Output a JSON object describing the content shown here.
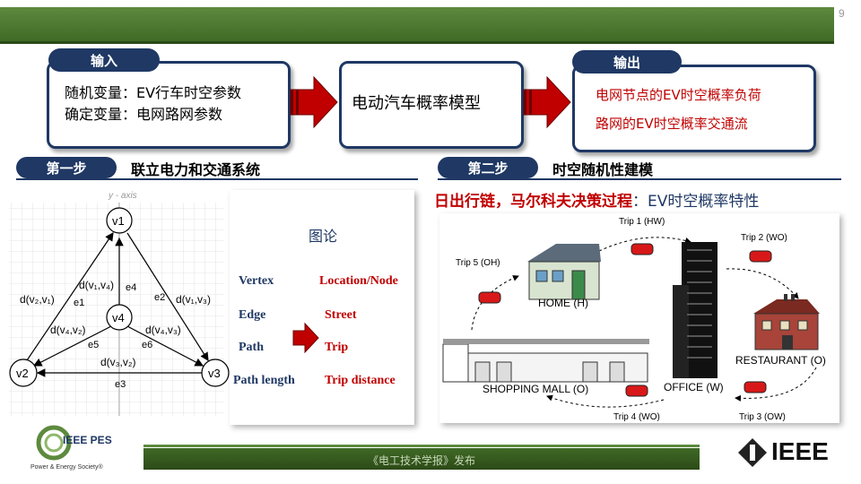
{
  "page_number": "9",
  "input_tab": "输入",
  "input_lines": [
    "随机变量：EV行车时空参数",
    "确定变量：电网路网参数"
  ],
  "model_label": "电动汽车概率模型",
  "output_tab": "输出",
  "output_lines": [
    "电网节点的EV时空概率负荷",
    "路网的EV时空概率交通流"
  ],
  "step1": {
    "tab": "第一步",
    "title": "联立电力和交通系统"
  },
  "step2": {
    "tab": "第二步",
    "title": "时空随机性建模"
  },
  "graph": {
    "axis_label": "y - axis",
    "nodes": [
      "v1",
      "v4",
      "v2",
      "v3"
    ],
    "edge_labels": [
      "e1",
      "e2",
      "e3",
      "e4",
      "e5",
      "e6"
    ]
  },
  "graph_theory": {
    "heading": "图论",
    "terms": [
      "Vertex",
      "Edge",
      "Path",
      "Path length"
    ],
    "mapped": [
      "Location/Node",
      "Street",
      "Trip",
      "Trip distance"
    ]
  },
  "chain_title": {
    "red": "日出行链，马尔科夫决策过程",
    "rest": "：EV时空概率特性"
  },
  "trip_diagram": {
    "trips": [
      "Trip 1 (HW)",
      "Trip 2 (WO)",
      "Trip 3 (OW)",
      "Trip 4 (WO)",
      "Trip 5 (OH)"
    ],
    "places": [
      "HOME (H)",
      "OFFICE (W)",
      "RESTAURANT (O)",
      "SHOPPING MALL (O)"
    ]
  },
  "logo": {
    "pes": "IEEE PES",
    "pes_sub": "Power & Energy Society®",
    "ieee": "IEEE"
  },
  "footer": "《电工技术学报》发布",
  "colors": {
    "navy": "#1f3864",
    "red": "#c00000",
    "green": "#3f6a26"
  }
}
